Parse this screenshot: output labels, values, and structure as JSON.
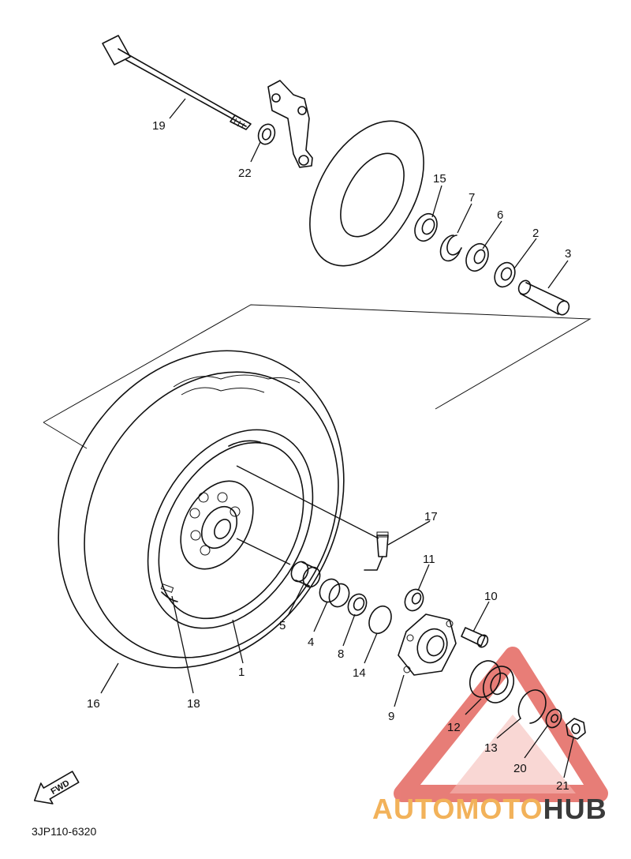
{
  "diagram": {
    "callouts": [
      {
        "id": "c1",
        "text": "1"
      },
      {
        "id": "c2",
        "text": "2"
      },
      {
        "id": "c3",
        "text": "3"
      },
      {
        "id": "c4",
        "text": "4"
      },
      {
        "id": "c5",
        "text": "5"
      },
      {
        "id": "c6",
        "text": "6"
      },
      {
        "id": "c7",
        "text": "7"
      },
      {
        "id": "c8",
        "text": "8"
      },
      {
        "id": "c9",
        "text": "9"
      },
      {
        "id": "c10",
        "text": "10"
      },
      {
        "id": "c11",
        "text": "11"
      },
      {
        "id": "c12",
        "text": "12"
      },
      {
        "id": "c13",
        "text": "13"
      },
      {
        "id": "c14",
        "text": "14"
      },
      {
        "id": "c15",
        "text": "15"
      },
      {
        "id": "c16",
        "text": "16"
      },
      {
        "id": "c17",
        "text": "17"
      },
      {
        "id": "c18",
        "text": "18"
      },
      {
        "id": "c19",
        "text": "19"
      },
      {
        "id": "c20",
        "text": "20"
      },
      {
        "id": "c21",
        "text": "21"
      },
      {
        "id": "c22",
        "text": "22"
      }
    ],
    "direction_badge": "FWD",
    "diagram_code": "3JP110-6320"
  },
  "watermark": {
    "word_light": "AUTOMOTO",
    "word_dark": "HUB",
    "color_light": "#f2b25a",
    "color_dark": "#3a3a3a",
    "triangle_color": "#e0524a"
  }
}
